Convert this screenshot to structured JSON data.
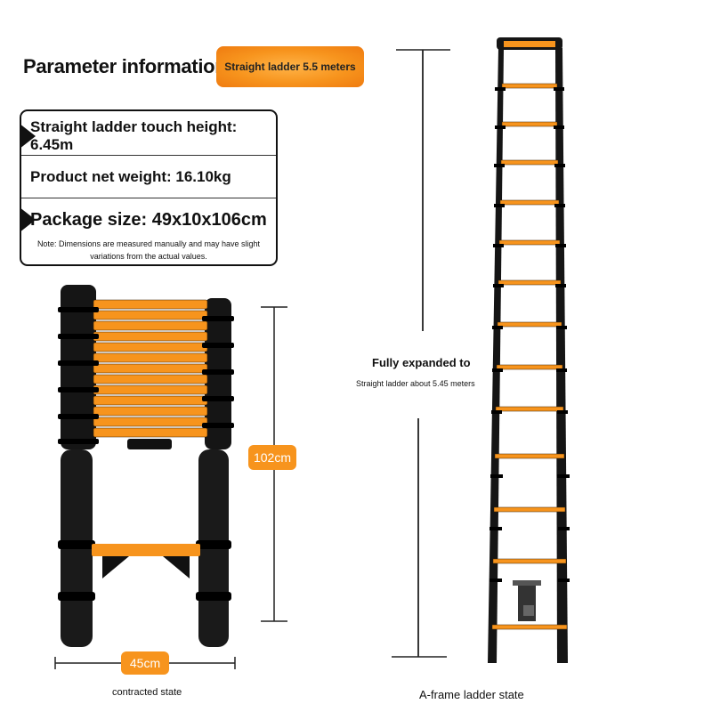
{
  "header": {
    "title": "Parameter information",
    "badge": "Straight ladder 5.5 meters"
  },
  "specs": {
    "touch_height": "Straight ladder touch height: 6.45m",
    "net_weight": "Product net weight: 16.10kg",
    "package_size": "Package size: 49x10x106cm",
    "note": "Note: Dimensions are measured manually and may have slight variations from the actual values."
  },
  "contracted": {
    "height_label": "102cm",
    "width_label": "45cm",
    "caption": "contracted state"
  },
  "expanded": {
    "title": "Fully expanded to",
    "subtitle": "Straight ladder about 5.45 meters",
    "caption": "A-frame ladder state"
  },
  "colors": {
    "accent": "#f7941d",
    "frame": "#111111"
  }
}
